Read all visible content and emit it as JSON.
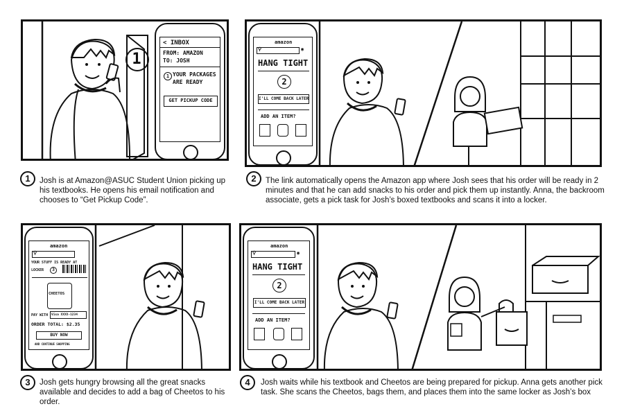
{
  "panels": [
    {
      "number": "1",
      "caption": "Josh is at Amazon@ASUC  Student Union picking up his textbooks. He opens his email notification and chooses to “Get Pickup Code”.",
      "locker_number": "1",
      "phone": {
        "back": "< INBOX",
        "from": "FROM: AMAZON",
        "to": "TO: JOSH",
        "message_number": "1",
        "message": "YOUR PACKAGES ARE READY",
        "button": "GET PICKUP CODE"
      }
    },
    {
      "number": "2",
      "caption": "The link automatically opens the Amazon  app where Josh sees that his order will be ready in 2 minutes and that he can add snacks to his order and pick them up instantly. Anna, the backroom associate, gets a pick task for Josh’s boxed textbooks and scans it into a locker.",
      "phone": {
        "brand": "amazon",
        "heading": "HANG TIGHT",
        "minutes": "2",
        "button": "I'LL COME BACK LATER",
        "add_item": "ADD AN ITEM?"
      }
    },
    {
      "number": "3",
      "caption": "Josh gets hungry browsing all the great snacks available and decides to add a bag of Cheetos to his order.",
      "phone": {
        "brand": "amazon",
        "ready_line1": "YOUR STUFF IS READY AT",
        "ready_line2": "LOCKER",
        "ready_locker": "3",
        "product": "CHEETOS",
        "pay_with_label": "PAY WITH",
        "pay_with_value": "Visa XXXX-1234",
        "order_total": "ORDER TOTAL: $2.35",
        "buy_button": "BUY NOW",
        "continue": "AND CONTINUE SHOPPING"
      }
    },
    {
      "number": "4",
      "caption": "Josh waits while his textbook and Cheetos are being prepared for pickup. Anna gets another pick task.  She scans the Cheetos, bags them, and places them into the same locker as Josh’s box",
      "phone": {
        "brand": "amazon",
        "heading": "HANG TIGHT",
        "minutes": "2",
        "button": "I'LL COME BACK LATER",
        "add_item": "ADD AN ITEM?"
      }
    }
  ]
}
